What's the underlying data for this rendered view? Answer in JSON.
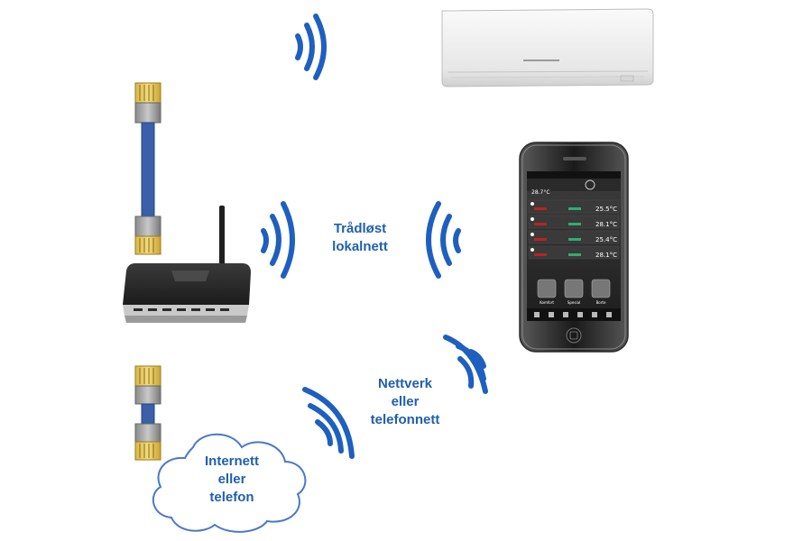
{
  "labels": {
    "wlan": [
      "Trådløst",
      "lokalnett"
    ],
    "network": [
      "Nettverk",
      "eller",
      "telefonnett"
    ],
    "cloud": [
      "Internett",
      "eller",
      "telefon"
    ]
  },
  "colors": {
    "wave": "#1e5fc0",
    "label": "#1f5fae",
    "cable": "#3b5fa8",
    "router": "#2b2b2b",
    "cloud_stroke": "#4a78c8"
  },
  "phone": {
    "temp_main": "28.7°C",
    "rows": [
      "25.5°C",
      "28.1°C",
      "25.4°C",
      "28.1°C"
    ],
    "buttons": [
      "Komfort",
      "Spesial",
      "Borte"
    ]
  }
}
